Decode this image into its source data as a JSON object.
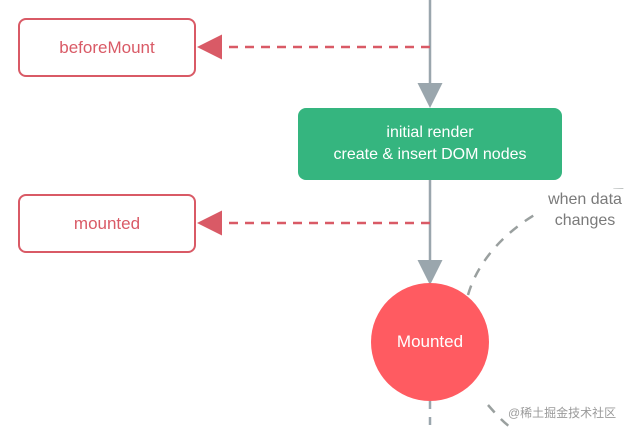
{
  "hooks": {
    "before_mount": "beforeMount",
    "mounted": "mounted"
  },
  "render": {
    "line1": "initial render",
    "line2": "create & insert DOM nodes"
  },
  "state": {
    "mounted": "Mounted"
  },
  "loop": {
    "line1": "when data",
    "line2": "changes"
  },
  "watermark": "@稀土掘金技术社区",
  "colors": {
    "hook_border": "#d95a66",
    "hook_text": "#d95a66",
    "render_fill": "#35b57f",
    "state_fill": "#ff5b61",
    "arrow_gray": "#9aa6ad",
    "dashed_red": "#d95a66",
    "dashed_gray": "#9aa09f"
  }
}
